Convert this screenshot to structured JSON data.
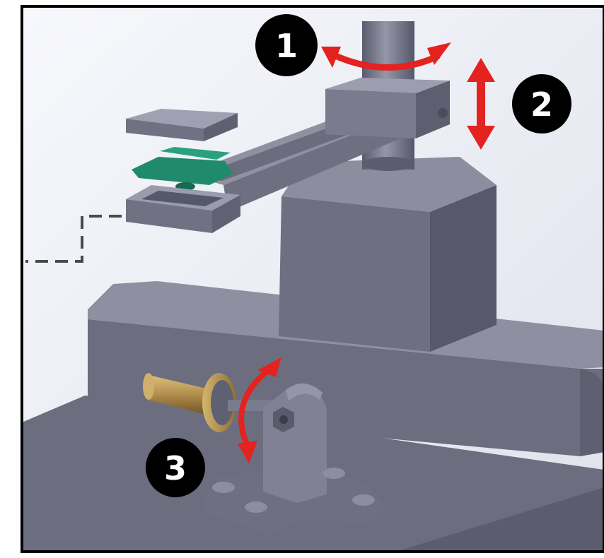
{
  "colors": {
    "frame": "#000000",
    "background": "#eef0f6",
    "body_gray": "#6c6e80",
    "body_gray_light": "#8d8fa1",
    "body_gray_dark": "#4f5163",
    "rotor_brass": "#b08d4c",
    "pcb_green": "#1f8a6c",
    "arrow_red": "#e4221f",
    "badge_fill": "#000000",
    "badge_text": "#ffffff"
  },
  "callouts": [
    {
      "id": "1",
      "label": "1",
      "arrow_icon": "curved-double-arrow-icon",
      "motion": "rotation"
    },
    {
      "id": "2",
      "label": "2",
      "arrow_icon": "vertical-double-arrow-icon",
      "motion": "translation"
    },
    {
      "id": "3",
      "label": "3",
      "arrow_icon": "curved-double-arrow-icon",
      "motion": "rotation"
    }
  ],
  "components": [
    "vertical-post",
    "clamp-block",
    "horizontal-arm",
    "sensor-cover",
    "pcb-board",
    "sensor-housing",
    "tower-block",
    "base-platform",
    "pillow-block",
    "brass-rotor",
    "table-surface"
  ]
}
